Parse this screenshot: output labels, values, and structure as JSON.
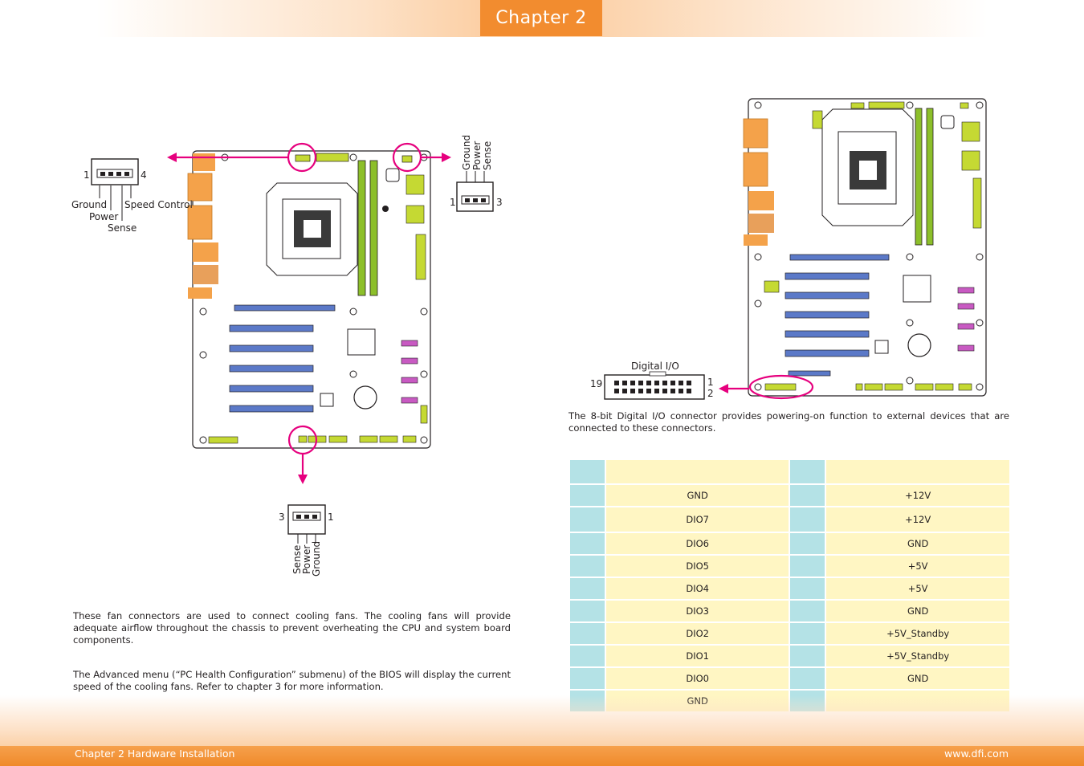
{
  "header": {
    "chapter_tab": "Chapter 2"
  },
  "fan_section": {
    "left_connector": {
      "pin_first": "1",
      "pin_last": "4",
      "labels": [
        "Ground",
        "Power",
        "Sense",
        "Speed Control"
      ]
    },
    "right_connector": {
      "pin_first": "1",
      "pin_last": "3",
      "labels": [
        "Ground",
        "Power",
        "Sense"
      ]
    },
    "bottom_connector": {
      "pin_first": "3",
      "pin_last": "1",
      "labels": [
        "Sense",
        "Power",
        "Ground"
      ]
    },
    "paragraph_1": "These fan connectors are used to connect cooling fans. The cooling fans will provide adequate airflow throughout the chassis to prevent overheating the CPU and system board components.",
    "paragraph_2": "The Advanced menu (“PC Health Configuration” submenu) of the BIOS will display the current speed of the cooling fans. Refer to chapter 3 for more information."
  },
  "dio_section": {
    "connector_label": "Digital I/O",
    "pin_19": "19",
    "pin_1": "1",
    "pin_2": "2",
    "paragraph": "The 8-bit Digital I/O connector provides powering-on function to external devices that are connected to these connectors.",
    "table": {
      "header": [
        "",
        "",
        "",
        ""
      ],
      "rows": [
        [
          "",
          "GND",
          "",
          "+12V"
        ],
        [
          "",
          "DIO7",
          "",
          "+12V"
        ],
        [
          "",
          "DIO6",
          "",
          "GND"
        ],
        [
          "",
          "DIO5",
          "",
          "+5V"
        ],
        [
          "",
          "DIO4",
          "",
          "+5V"
        ],
        [
          "",
          "DIO3",
          "",
          "GND"
        ],
        [
          "",
          "DIO2",
          "",
          "+5V_Standby"
        ],
        [
          "",
          "DIO1",
          "",
          "+5V_Standby"
        ],
        [
          "",
          "DIO0",
          "",
          "GND"
        ],
        [
          "",
          "GND",
          "",
          ""
        ]
      ]
    }
  },
  "footer": {
    "left": "Chapter 2 Hardware Installation",
    "right": "www.dfi.com"
  },
  "colors": {
    "accent_orange": "#f28c2f",
    "highlight_magenta": "#e6007e",
    "slot_blue": "#5b79c8",
    "connector_green": "#c5d933",
    "table_pin_cyan": "#b4e2e6",
    "table_assign_yellow": "#fff6c3"
  }
}
